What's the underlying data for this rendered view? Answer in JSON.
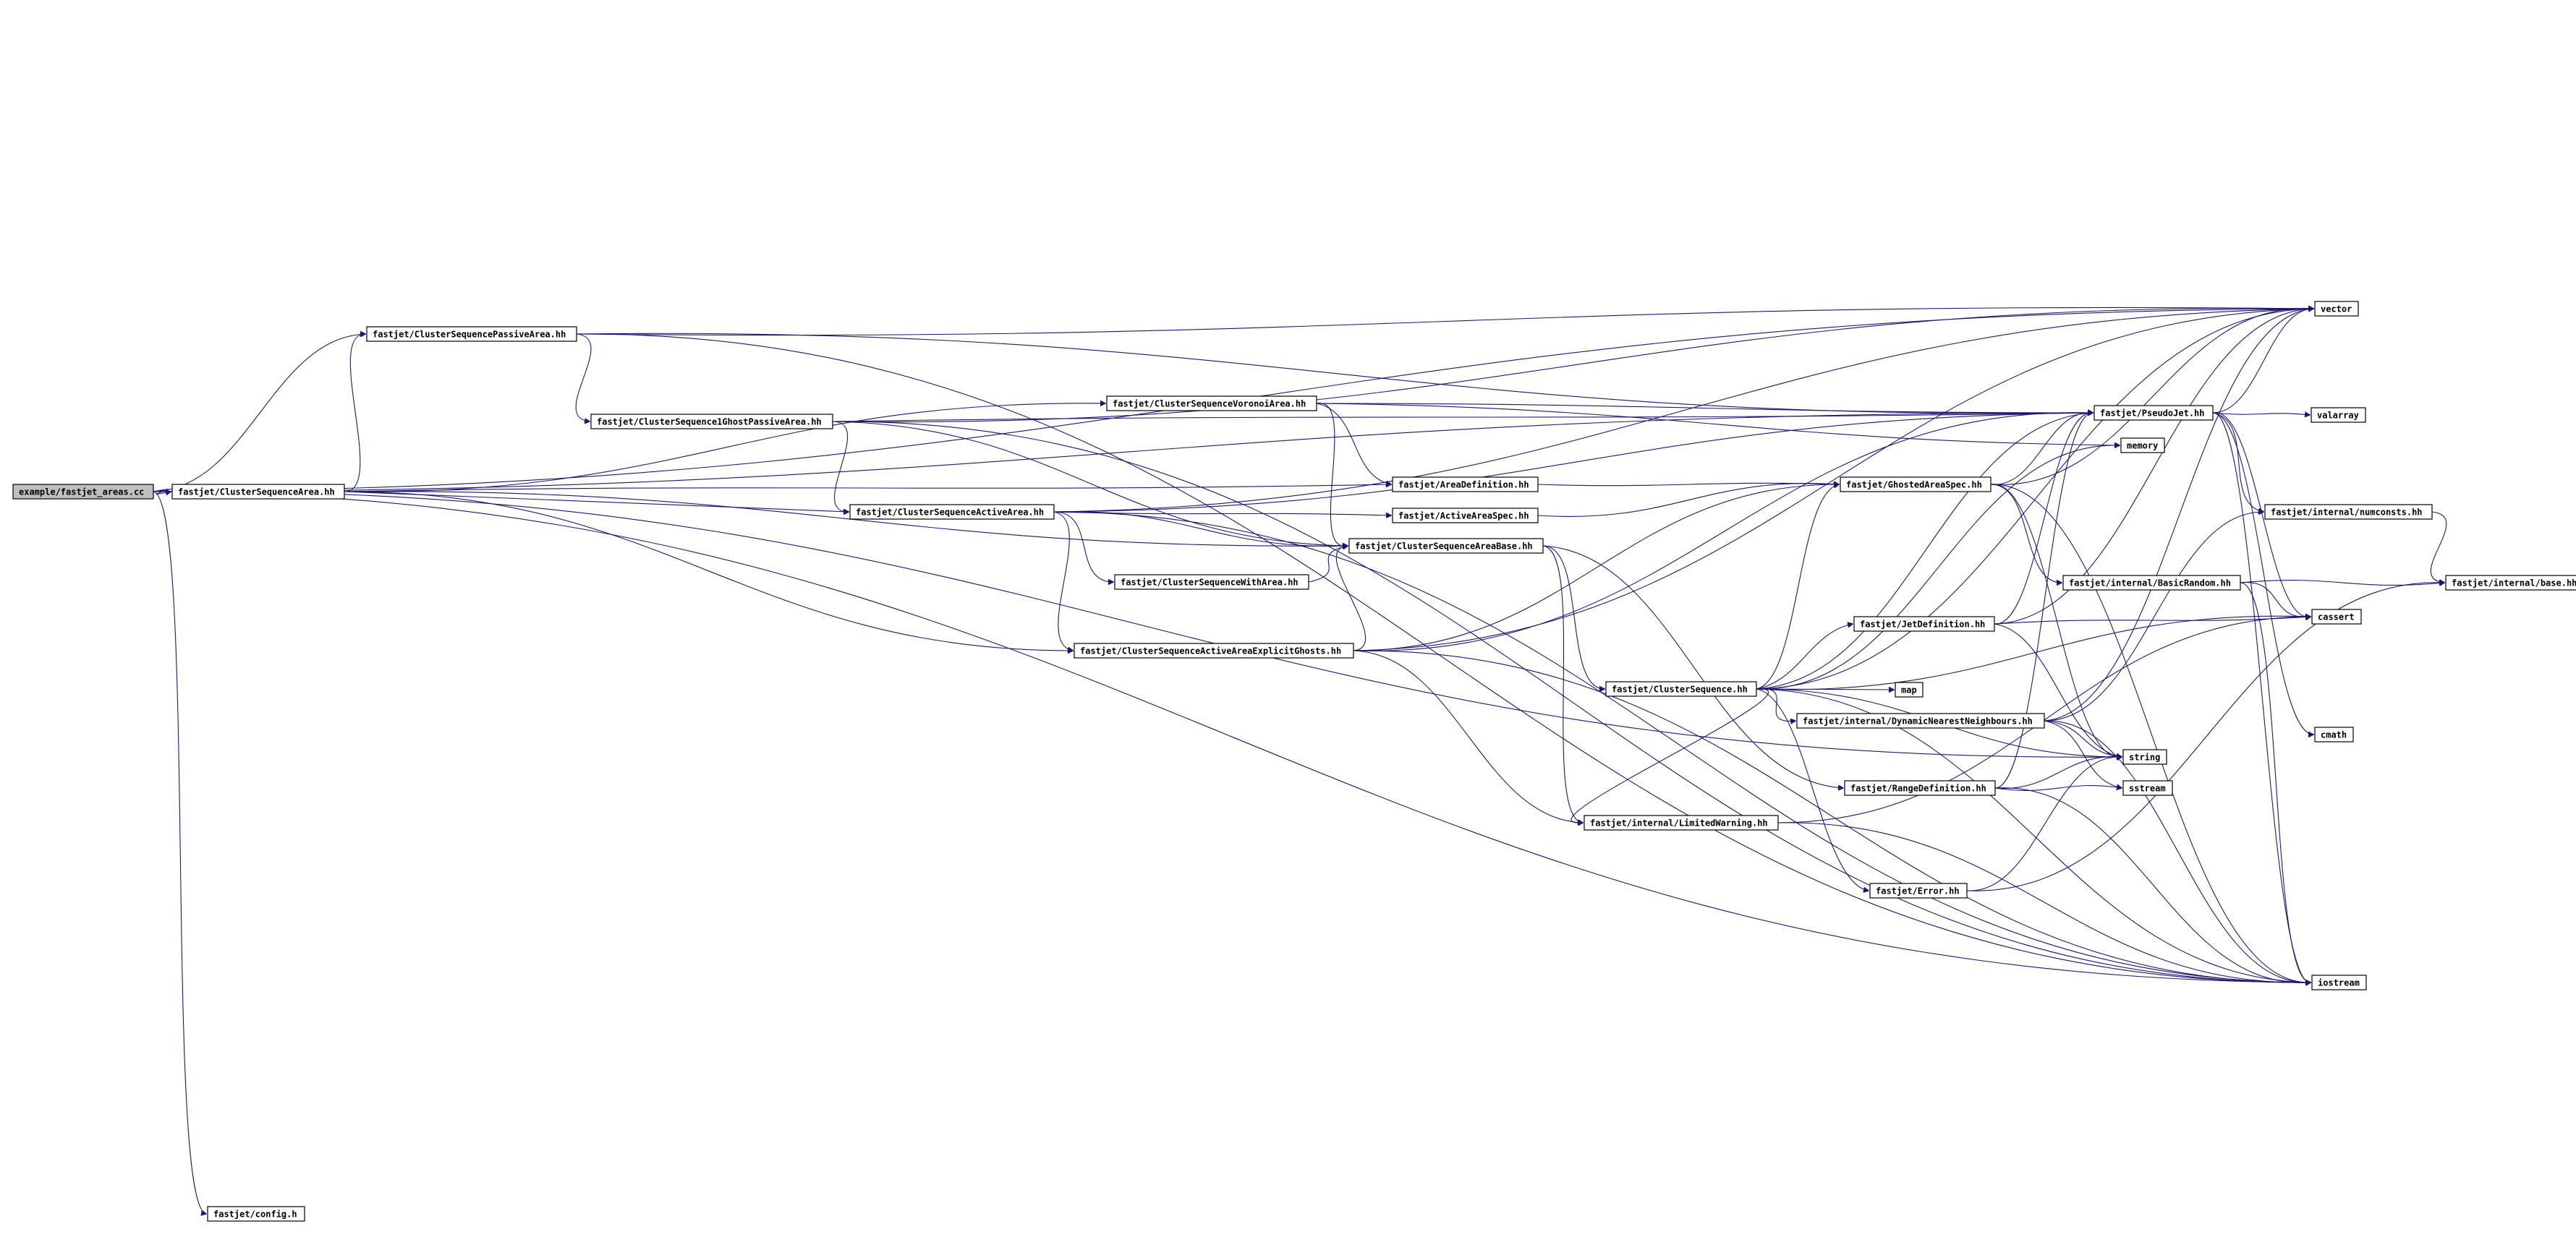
{
  "graph": {
    "nodes": [
      {
        "id": "example",
        "label": "example/fastjet_areas.cc",
        "root": true
      },
      {
        "id": "csa",
        "label": "fastjet/ClusterSequenceArea.hh"
      },
      {
        "id": "cspa",
        "label": "fastjet/ClusterSequencePassiveArea.hh"
      },
      {
        "id": "cs1gpa",
        "label": "fastjet/ClusterSequence1GhostPassiveArea.hh"
      },
      {
        "id": "csva",
        "label": "fastjet/ClusterSequenceVoronoiArea.hh"
      },
      {
        "id": "csaa",
        "label": "fastjet/ClusterSequenceActiveArea.hh"
      },
      {
        "id": "areadef",
        "label": "fastjet/AreaDefinition.hh"
      },
      {
        "id": "activespec",
        "label": "fastjet/ActiveAreaSpec.hh"
      },
      {
        "id": "csab",
        "label": "fastjet/ClusterSequenceAreaBase.hh"
      },
      {
        "id": "cswa",
        "label": "fastjet/ClusterSequenceWithArea.hh"
      },
      {
        "id": "csaaeg",
        "label": "fastjet/ClusterSequenceActiveAreaExplicitGhosts.hh"
      },
      {
        "id": "cs",
        "label": "fastjet/ClusterSequence.hh"
      },
      {
        "id": "ghosted",
        "label": "fastjet/GhostedAreaSpec.hh"
      },
      {
        "id": "pseudojet",
        "label": "fastjet/PseudoJet.hh"
      },
      {
        "id": "jetdef",
        "label": "fastjet/JetDefinition.hh"
      },
      {
        "id": "dnn",
        "label": "fastjet/internal/DynamicNearestNeighbours.hh"
      },
      {
        "id": "rangedef",
        "label": "fastjet/RangeDefinition.hh"
      },
      {
        "id": "limwarn",
        "label": "fastjet/internal/LimitedWarning.hh"
      },
      {
        "id": "error",
        "label": "fastjet/Error.hh"
      },
      {
        "id": "basicrandom",
        "label": "fastjet/internal/BasicRandom.hh"
      },
      {
        "id": "numconsts",
        "label": "fastjet/internal/numconsts.hh"
      },
      {
        "id": "base",
        "label": "fastjet/internal/base.hh"
      },
      {
        "id": "config",
        "label": "fastjet/config.h"
      },
      {
        "id": "vector",
        "label": "vector"
      },
      {
        "id": "valarray",
        "label": "valarray"
      },
      {
        "id": "memory",
        "label": "memory"
      },
      {
        "id": "cassert",
        "label": "cassert"
      },
      {
        "id": "map",
        "label": "map"
      },
      {
        "id": "cmath",
        "label": "cmath"
      },
      {
        "id": "string",
        "label": "string"
      },
      {
        "id": "sstream",
        "label": "sstream"
      },
      {
        "id": "iostream",
        "label": "iostream"
      }
    ],
    "edges": [
      [
        "example",
        "csa"
      ],
      [
        "example",
        "vector"
      ],
      [
        "example",
        "pseudojet"
      ],
      [
        "example",
        "iostream"
      ],
      [
        "example",
        "config"
      ],
      [
        "example",
        "string"
      ],
      [
        "example",
        "cspa"
      ],
      [
        "csa",
        "cspa"
      ],
      [
        "csa",
        "csva"
      ],
      [
        "csa",
        "csaa"
      ],
      [
        "csa",
        "areadef"
      ],
      [
        "csa",
        "csab"
      ],
      [
        "csa",
        "csaaeg"
      ],
      [
        "cspa",
        "cs1gpa"
      ],
      [
        "cspa",
        "vector"
      ],
      [
        "cspa",
        "pseudojet"
      ],
      [
        "cspa",
        "iostream"
      ],
      [
        "cs1gpa",
        "csaa"
      ],
      [
        "cs1gpa",
        "csab"
      ],
      [
        "cs1gpa",
        "vector"
      ],
      [
        "cs1gpa",
        "pseudojet"
      ],
      [
        "cs1gpa",
        "iostream"
      ],
      [
        "csva",
        "pseudojet"
      ],
      [
        "csva",
        "memory"
      ],
      [
        "csva",
        "areadef"
      ],
      [
        "csva",
        "csab"
      ],
      [
        "csaa",
        "csab"
      ],
      [
        "csaa",
        "cswa"
      ],
      [
        "csaa",
        "activespec"
      ],
      [
        "csaa",
        "csaaeg"
      ],
      [
        "csaa",
        "vector"
      ],
      [
        "csaa",
        "pseudojet"
      ],
      [
        "csaa",
        "iostream"
      ],
      [
        "areadef",
        "ghosted"
      ],
      [
        "activespec",
        "ghosted"
      ],
      [
        "cswa",
        "csab"
      ],
      [
        "csaaeg",
        "csab"
      ],
      [
        "csaaeg",
        "ghosted"
      ],
      [
        "csaaeg",
        "limwarn"
      ],
      [
        "csaaeg",
        "pseudojet"
      ],
      [
        "csaaeg",
        "vector"
      ],
      [
        "csaaeg",
        "iostream"
      ],
      [
        "csab",
        "cs"
      ],
      [
        "csab",
        "limwarn"
      ],
      [
        "csab",
        "rangedef"
      ],
      [
        "cs",
        "pseudojet"
      ],
      [
        "cs",
        "vector"
      ],
      [
        "cs",
        "map"
      ],
      [
        "cs",
        "memory"
      ],
      [
        "cs",
        "cassert"
      ],
      [
        "cs",
        "jetdef"
      ],
      [
        "cs",
        "dnn"
      ],
      [
        "cs",
        "string"
      ],
      [
        "cs",
        "iostream"
      ],
      [
        "cs",
        "error"
      ],
      [
        "cs",
        "ghosted"
      ],
      [
        "cs",
        "limwarn"
      ],
      [
        "ghosted",
        "basicrandom"
      ],
      [
        "ghosted",
        "pseudojet"
      ],
      [
        "ghosted",
        "vector"
      ],
      [
        "ghosted",
        "string"
      ],
      [
        "ghosted",
        "iostream"
      ],
      [
        "pseudojet",
        "vector"
      ],
      [
        "pseudojet",
        "valarray"
      ],
      [
        "pseudojet",
        "numconsts"
      ],
      [
        "pseudojet",
        "cassert"
      ],
      [
        "pseudojet",
        "iostream"
      ],
      [
        "pseudojet",
        "cmath"
      ],
      [
        "jetdef",
        "pseudojet"
      ],
      [
        "jetdef",
        "string"
      ],
      [
        "jetdef",
        "cassert"
      ],
      [
        "jetdef",
        "vector"
      ],
      [
        "dnn",
        "numconsts"
      ],
      [
        "dnn",
        "string"
      ],
      [
        "dnn",
        "sstream"
      ],
      [
        "dnn",
        "vector"
      ],
      [
        "dnn",
        "iostream"
      ],
      [
        "rangedef",
        "pseudojet"
      ],
      [
        "rangedef",
        "string"
      ],
      [
        "rangedef",
        "sstream"
      ],
      [
        "rangedef",
        "iostream"
      ],
      [
        "limwarn",
        "iostream"
      ],
      [
        "limwarn",
        "cassert"
      ],
      [
        "error",
        "string"
      ],
      [
        "error",
        "base"
      ],
      [
        "basicrandom",
        "base"
      ],
      [
        "basicrandom",
        "cassert"
      ],
      [
        "basicrandom",
        "iostream"
      ],
      [
        "numconsts",
        "base"
      ]
    ]
  }
}
